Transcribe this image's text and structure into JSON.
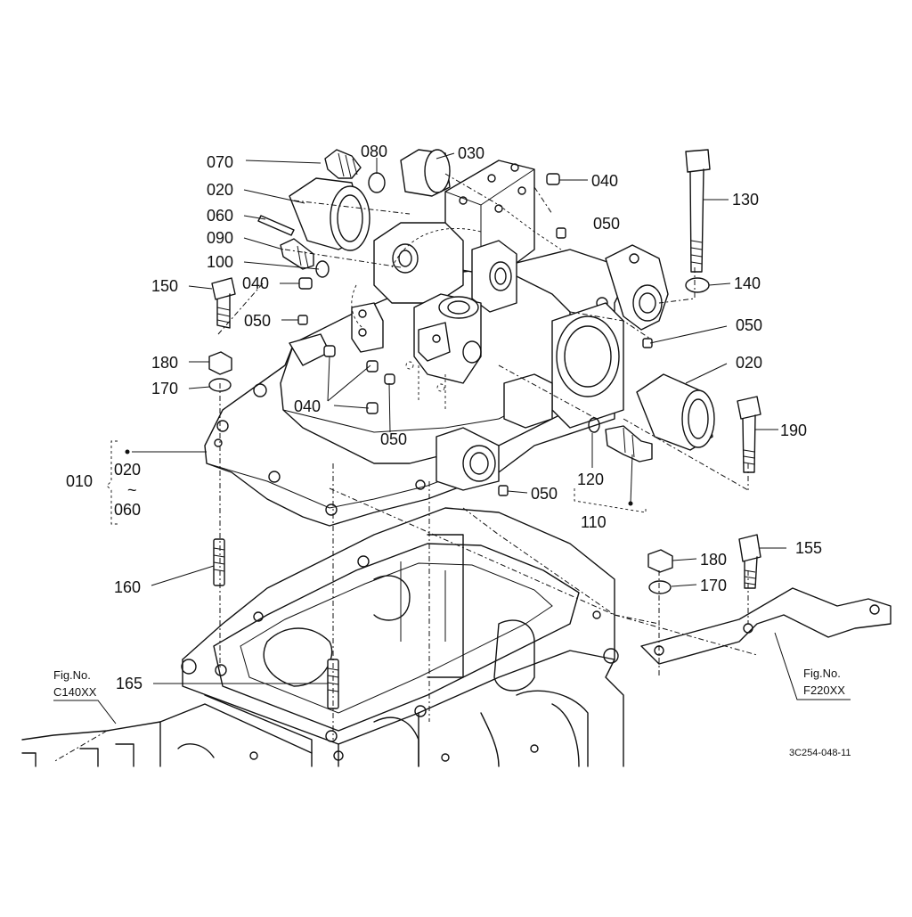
{
  "callouts": {
    "c070": "070",
    "c080": "080",
    "c030": "030",
    "c040a": "040",
    "c020a": "020",
    "c060": "060",
    "c090": "090",
    "c100": "100",
    "c150": "150",
    "c040b": "040",
    "c050a": "050",
    "c050b": "050",
    "c130": "130",
    "c140": "140",
    "c050c": "050",
    "c020b": "020",
    "c180a": "180",
    "c170a": "170",
    "c040c": "040",
    "c050d": "050",
    "c190": "190",
    "c010": "010",
    "c020c": "020",
    "tilde": "~",
    "c060b": "060",
    "c120": "120",
    "c050e": "050",
    "c110": "110",
    "c155": "155",
    "c180b": "180",
    "c170b": "170",
    "c160": "160",
    "c165": "165"
  },
  "refs": {
    "left_fig": "Fig.No.",
    "left_code": "C140XX",
    "right_fig": "Fig.No.",
    "right_code": "F220XX"
  },
  "drawing_code": "3C254-048-11"
}
